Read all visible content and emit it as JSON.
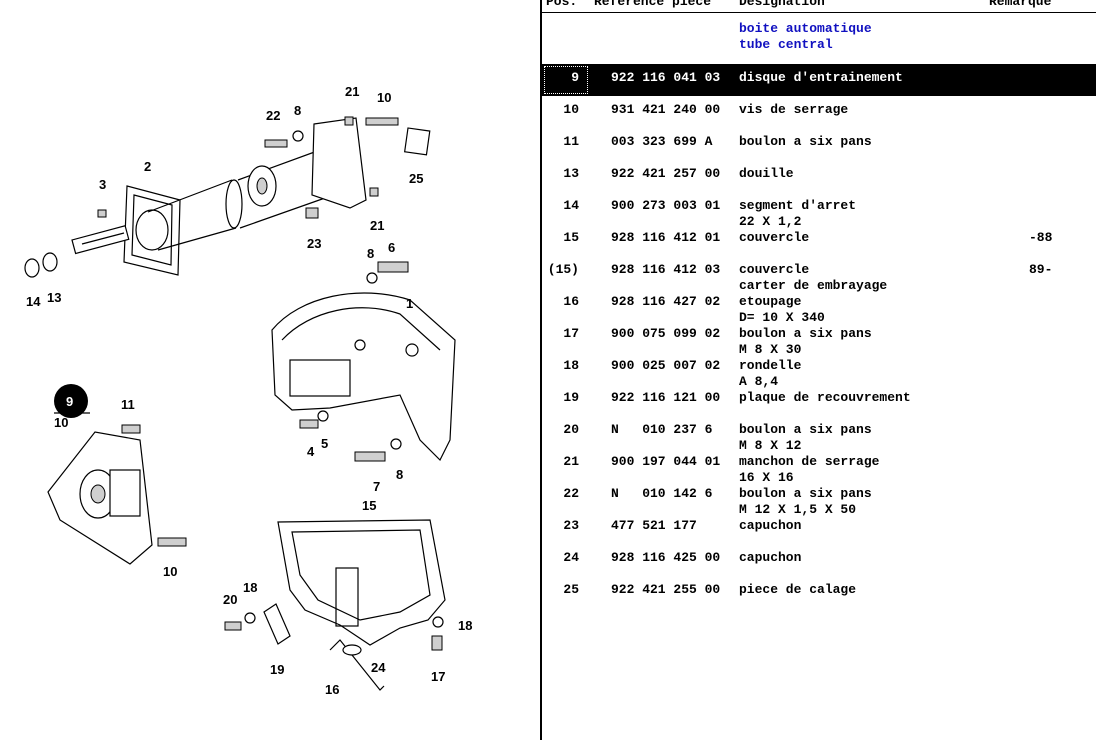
{
  "header": {
    "pos": "Pos.",
    "reference": "Reference piece",
    "designation": "Designation",
    "remarque": "Remarque"
  },
  "section": {
    "line1": "boite automatique",
    "line2": "tube central"
  },
  "selected_row_index": 0,
  "parts": [
    {
      "pos": "9",
      "ref": "922 116 041 03",
      "des": "disque d'entrainement",
      "des2": "",
      "rem": ""
    },
    {
      "pos": "10",
      "ref": "931 421 240 00",
      "des": "vis de serrage",
      "des2": "",
      "rem": ""
    },
    {
      "pos": "11",
      "ref": "003 323 699 A",
      "des": "boulon a six pans",
      "des2": "",
      "rem": ""
    },
    {
      "pos": "13",
      "ref": "922 421 257 00",
      "des": "douille",
      "des2": "",
      "rem": ""
    },
    {
      "pos": "14",
      "ref": "900 273 003 01",
      "des": "segment d'arret",
      "des2": "22 X 1,2",
      "rem": ""
    },
    {
      "pos": "15",
      "ref": "928 116 412 01",
      "des": "couvercle",
      "des2": "",
      "rem": "-88"
    },
    {
      "pos": "(15)",
      "ref": "928 116 412 03",
      "des": "couvercle",
      "des2": "carter de embrayage",
      "rem": "89-"
    },
    {
      "pos": "16",
      "ref": "928 116 427 02",
      "des": "etoupage",
      "des2": "D= 10 X 340",
      "rem": ""
    },
    {
      "pos": "17",
      "ref": "900 075 099 02",
      "des": "boulon a six pans",
      "des2": "M 8 X 30",
      "rem": ""
    },
    {
      "pos": "18",
      "ref": "900 025 007 02",
      "des": "rondelle",
      "des2": "A 8,4",
      "rem": ""
    },
    {
      "pos": "19",
      "ref": "922 116 121 00",
      "des": "plaque de recouvrement",
      "des2": "",
      "rem": ""
    },
    {
      "pos": "20",
      "ref": "N   010 237 6",
      "des": "boulon a six pans",
      "des2": "M 8 X 12",
      "rem": ""
    },
    {
      "pos": "21",
      "ref": "900 197 044 01",
      "des": "manchon de serrage",
      "des2": "16 X 16",
      "rem": ""
    },
    {
      "pos": "22",
      "ref": "N   010 142 6",
      "des": "boulon a six pans",
      "des2": "M 12 X 1,5 X 50",
      "rem": ""
    },
    {
      "pos": "23",
      "ref": "477 521 177",
      "des": "capuchon",
      "des2": "",
      "rem": ""
    },
    {
      "pos": "24",
      "ref": "928 116 425 00",
      "des": "capuchon",
      "des2": "",
      "rem": ""
    },
    {
      "pos": "25",
      "ref": "922 421 255 00",
      "des": "piece de calage",
      "des2": "",
      "rem": ""
    }
  ],
  "diagram": {
    "labels": [
      "1",
      "2",
      "3",
      "4",
      "5",
      "6",
      "7",
      "8",
      "8",
      "8",
      "9",
      "10",
      "10",
      "10",
      "11",
      "13",
      "14",
      "15",
      "16",
      "17",
      "18",
      "18",
      "19",
      "20",
      "21",
      "21",
      "22",
      "23",
      "24",
      "25"
    ],
    "highlight": "9"
  },
  "colors": {
    "section_text": "#1010c0",
    "selection_bg": "#000000",
    "selection_fg": "#ffffff"
  }
}
